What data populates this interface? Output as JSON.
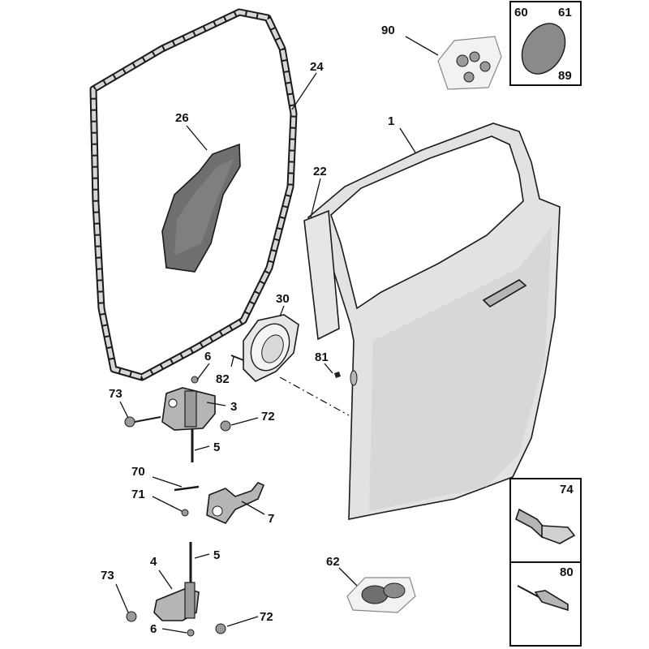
{
  "diagram": {
    "callouts": {
      "p1": "1",
      "p3": "3",
      "p4": "4",
      "p5_top": "5",
      "p5_bottom": "5",
      "p6_top": "6",
      "p6_bottom": "6",
      "p7": "7",
      "p22": "22",
      "p24": "24",
      "p26": "26",
      "p30": "30",
      "p62": "62",
      "p70": "70",
      "p71": "71",
      "p72_top": "72",
      "p72_bottom": "72",
      "p73_top": "73",
      "p73_bottom": "73",
      "p81": "81",
      "p82": "82",
      "p90": "90"
    },
    "insets": {
      "top_right": {
        "labels": [
          "60",
          "61",
          "89"
        ]
      },
      "bottom_right_upper": {
        "label": "74"
      },
      "bottom_right_lower": {
        "label": "80"
      }
    },
    "colors": {
      "door_panel": "#e2e2e2",
      "door_shade": "#c9c9c9",
      "seal": "#d7d7d7",
      "membrane": "#6f6f6f",
      "metal": "#b5b5b5",
      "inset_patch": "#8a8a8a"
    }
  }
}
